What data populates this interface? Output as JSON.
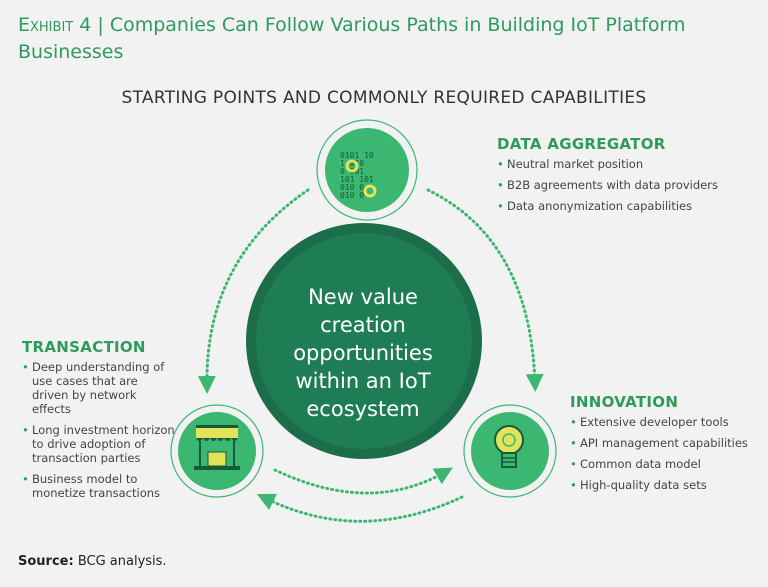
{
  "title": {
    "exhibit": "Exhibit 4",
    "separator": " | ",
    "text": "Companies Can Follow Various Paths in Building IoT Platform Businesses"
  },
  "subtitle": "STARTING POINTS AND COMMONLY REQUIRED CAPABILITIES",
  "center": "New value creation opportunities within an IoT ecosystem",
  "data_aggregator": {
    "heading": "DATA AGGREGATOR",
    "items": [
      "Neutral market position",
      "B2B agreements with data providers",
      "Data anonymization capabilities"
    ]
  },
  "transaction": {
    "heading": "TRANSACTION",
    "items": [
      "Deep understanding of use cases that are driven by network effects",
      "Long investment horizon to drive adoption of transaction parties",
      "Business model to monetize transactions"
    ]
  },
  "innovation": {
    "heading": "INNOVATION",
    "items": [
      "Extensive developer tools",
      "API management capabilities",
      "Common data model",
      "High-quality data sets"
    ]
  },
  "source": {
    "label": "Source:",
    "text": "BCG analysis."
  },
  "colors": {
    "green": "#2e9a5c",
    "light_green": "#3cb771",
    "dark_green": "#1e7a52",
    "yellow": "#e3e35a"
  }
}
